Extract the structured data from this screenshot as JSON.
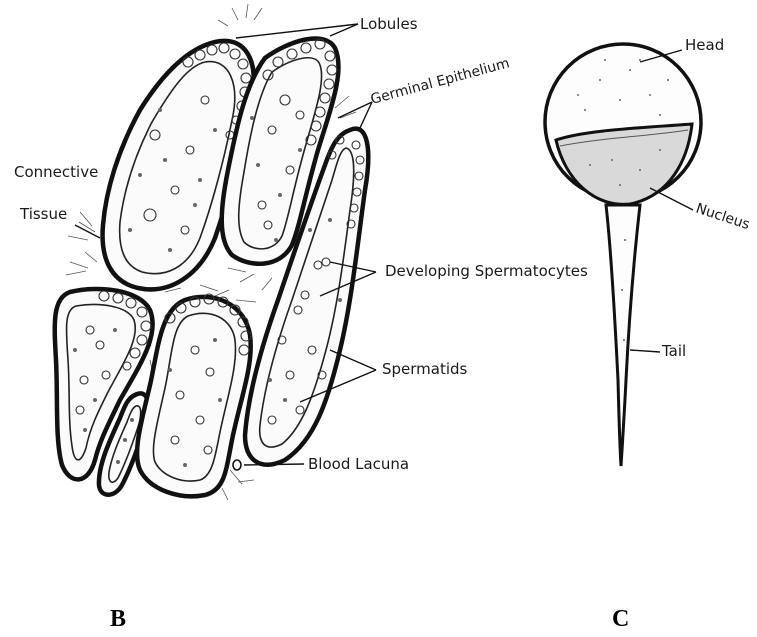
{
  "diagram": {
    "panel_b": {
      "letter": "B",
      "labels": {
        "lobules": "Lobules",
        "germinal_epithelium": "Germinal Epithelium",
        "connective": "Connective",
        "tissue": "Tissue",
        "developing_spermatocytes": "Developing Spermatocytes",
        "spermatids": "Spermatids",
        "blood_lacuna": "Blood Lacuna"
      }
    },
    "panel_c": {
      "letter": "C",
      "labels": {
        "head": "Head",
        "nucleus": "Nucleus",
        "tail": "Tail"
      }
    }
  }
}
